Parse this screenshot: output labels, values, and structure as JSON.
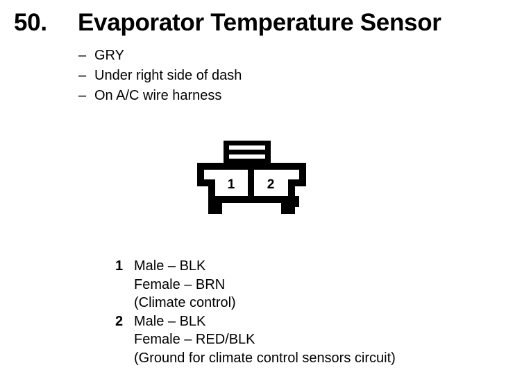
{
  "header": {
    "number": "50.",
    "title": "Evaporator Temperature Sensor"
  },
  "bullets": [
    {
      "dash": "–",
      "label": "GRY"
    },
    {
      "dash": "–",
      "label": "Under right side of dash"
    },
    {
      "dash": "–",
      "label": "On A/C wire harness"
    }
  ],
  "connector": {
    "name": "two-cavity-electrical-connector",
    "orientation": "front-view",
    "cavity_labels": [
      "1",
      "2"
    ],
    "stroke_color": "#000000",
    "fill_color": "#ffffff"
  },
  "legend": [
    {
      "pin": "1",
      "lines": [
        "Male – BLK",
        "Female – BRN",
        "(Climate control)"
      ]
    },
    {
      "pin": "2",
      "lines": [
        "Male – BLK",
        "Female – RED/BLK",
        "(Ground for climate control sensors circuit)"
      ]
    }
  ]
}
